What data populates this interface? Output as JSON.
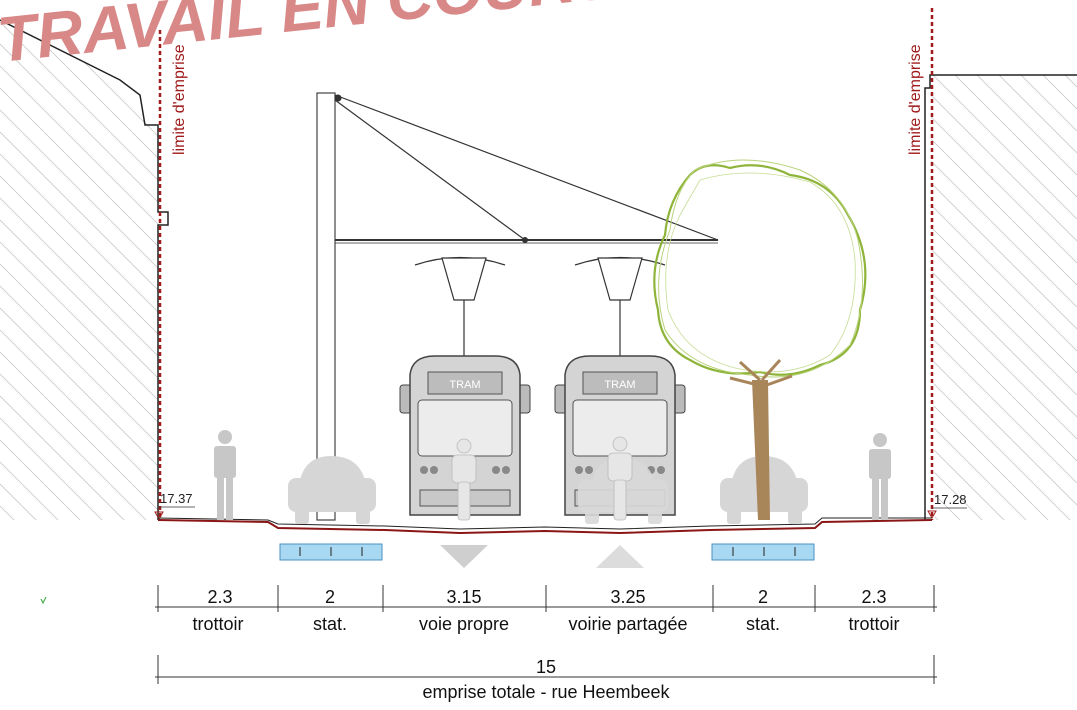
{
  "watermark": "TRAVAIL EN COURS",
  "limite_label": "limite d'emprise",
  "levels": {
    "left": "17.37",
    "right": "17.28"
  },
  "tram_label": "TRAM",
  "segments": [
    {
      "width": "2.3",
      "label": "trottoir"
    },
    {
      "width": "2",
      "label": "stat."
    },
    {
      "width": "3.15",
      "label": "voie propre"
    },
    {
      "width": "3.25",
      "label": "voirie partagée"
    },
    {
      "width": "2",
      "label": "stat."
    },
    {
      "width": "2.3",
      "label": "trottoir"
    }
  ],
  "total": {
    "width": "15",
    "label": "emprise totale - rue Heembeek"
  },
  "colors": {
    "watermark": "#d98888",
    "limite": "#a01c1c",
    "ground": "#8a1616",
    "drain": "#a9d8f2",
    "tree_crown": "#8fb43a",
    "trunk": "#a9855a",
    "silhouette": "#c7c7c7"
  }
}
